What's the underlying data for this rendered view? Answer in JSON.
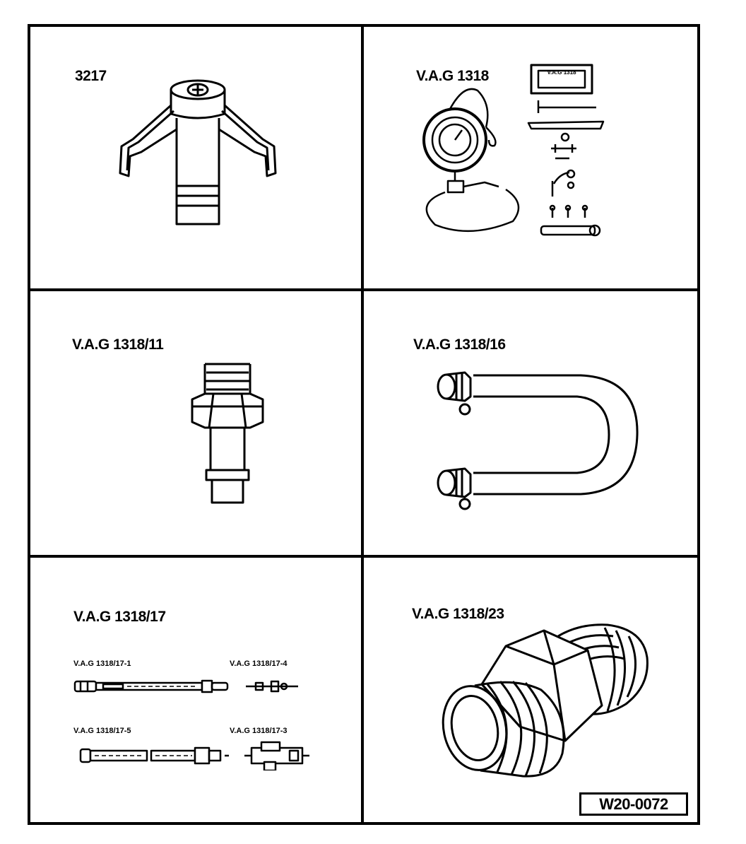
{
  "panels": [
    {
      "label": "3217"
    },
    {
      "label": "V.A.G 1318"
    },
    {
      "label": "V.A.G 1318/11"
    },
    {
      "label": "V.A.G 1318/16"
    },
    {
      "label": "V.A.G 1318/17",
      "parts": [
        "V.A.G 1318/17-1",
        "V.A.G 1318/17-4",
        "V.A.G 1318/17-5",
        "V.A.G 1318/17-3"
      ]
    },
    {
      "label": "V.A.G 1318/23"
    }
  ],
  "gauge_case_label": "V.A.G 1318",
  "figure_ref": "W20-0072"
}
